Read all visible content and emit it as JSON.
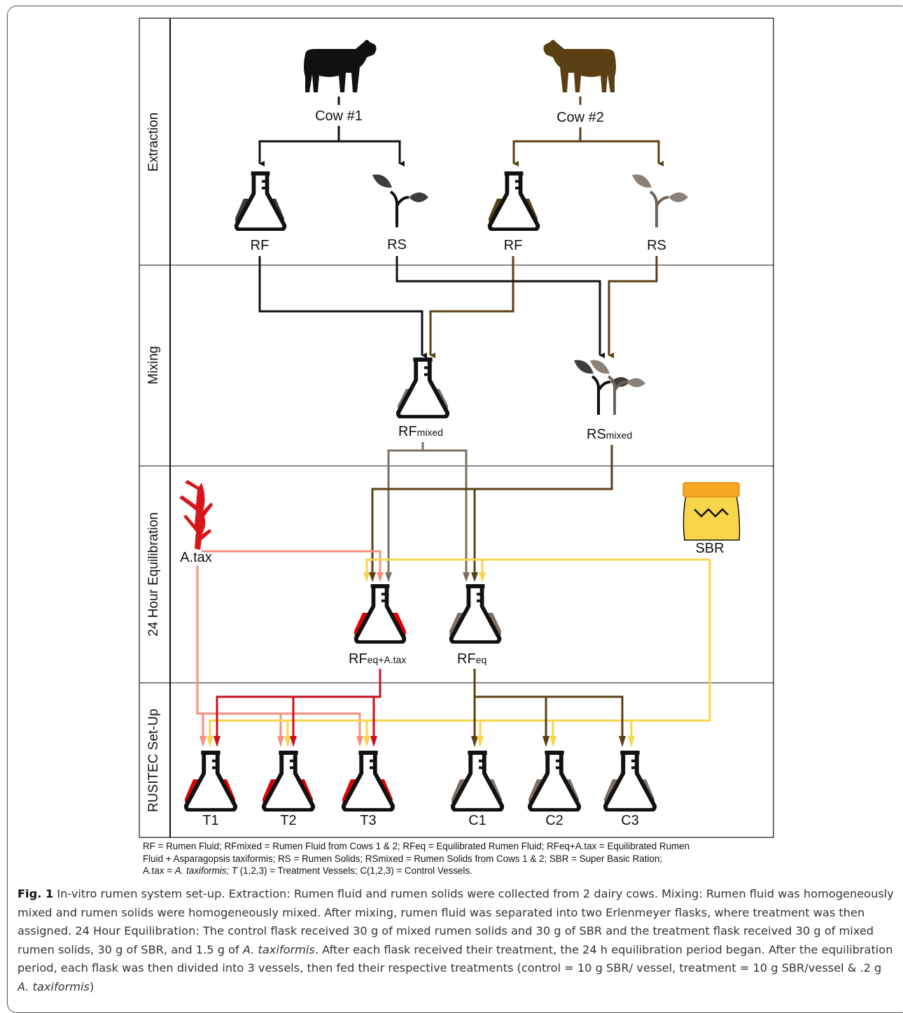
{
  "stages": [
    "Extraction",
    "Mixing",
    "24 Hour Equilibration",
    "RUSITEC Set-Up"
  ],
  "extraction": {
    "cow1": "Cow #1",
    "cow2": "Cow #2",
    "rf1": "RF",
    "rs1": "RS",
    "rf2": "RF",
    "rs2": "RS"
  },
  "mixing": {
    "rf_main": "RF",
    "rf_sub": "mixed",
    "rs_main": "RS",
    "rs_sub": "mixed"
  },
  "equilibration": {
    "atax": "A.tax",
    "sbr": "SBR",
    "rf_treat_main": "RF",
    "rf_treat_sub": "eq+A.tax",
    "rf_ctrl_main": "RF",
    "rf_ctrl_sub": "eq"
  },
  "vessels": [
    "T1",
    "T2",
    "T3",
    "C1",
    "C2",
    "C3"
  ],
  "legend": {
    "line1": "RF = Rumen Fluid; RFmixed  = Rumen Fluid from Cows 1 & 2; RFeq  = Equilibrated Rumen Fluid; RFeq+A.tax  =  Equilibrated Rumen",
    "line2": "Fluid + Asparagopsis taxiformis; RS = Rumen Solids; RSmixed  = Rumen Solids from Cows 1 & 2; SBR = Super Basic Ration;",
    "line3_a": "A.tax = ",
    "line3_b": "A. taxiformis; T",
    "line3_c": " (1,2,3) = Treatment Vessels; C(1,2,3) = Control Vessels."
  },
  "caption": {
    "fig": "Fig. 1",
    "text": " In-vitro rumen system set-up. Extraction: Rumen fluid and rumen solids were collected from 2 dairy cows. Mixing: Rumen fluid was homogeneously mixed and rumen solids were homogeneously mixed. After mixing, rumen fluid was separated into two Erlenmeyer flasks, where treatment was then assigned. 24 Hour Equilibration: The control flask received 30 g of mixed rumen solids and 30 g of SBR and the treatment flask received 30 g of mixed rumen solids, 30 g of SBR, and 1.5 g of ",
    "italic1": "A. taxiformis",
    "text2": ". After each flask received their treatment, the 24 h equilibration period began. After the equilibration period, each flask was then divided into 3 vessels, then fed their respective treatments (control = 10 g SBR/ vessel, treatment = 10 g SBR/vessel & .2 g ",
    "italic2": "A. taxiformis",
    "text3": ")"
  },
  "colors": {
    "black": "#111111",
    "brown": "#5a3f12",
    "gray_brown": "#7d6f64",
    "red": "#e00000",
    "pink": "#f59080",
    "yellow": "#f8d54a",
    "dark_red": "#c8101e"
  }
}
